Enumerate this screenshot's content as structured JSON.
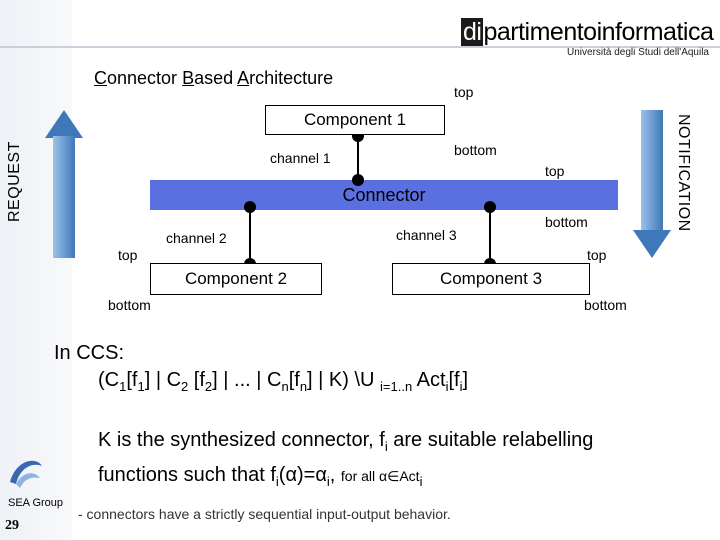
{
  "header": {
    "logo_prefix": "di",
    "logo_rest": "partimentoinformatica",
    "logo_subtitle": "Università degli Studi dell'Aquila"
  },
  "slide": {
    "title_parts": [
      "C",
      "onnector ",
      "B",
      "ased ",
      "A",
      "rchitecture"
    ],
    "request_label": "REQUEST",
    "notification_label": "NOTIFICATION"
  },
  "diagram": {
    "component1": "Component 1",
    "component2": "Component 2",
    "component3": "Component 3",
    "connector": "Connector",
    "channel1": "channel 1",
    "channel2": "channel 2",
    "channel3": "channel 3",
    "top_label": "top",
    "bottom_label": "bottom"
  },
  "body": {
    "ccs_heading": "In CCS:",
    "formula": {
      "open": "(C",
      "s1": "1",
      "f_open1": "[f",
      "s1b": "1",
      "mid1": "] | C",
      "s2": "2",
      "mid2": " [f",
      "s2b": "2",
      "mid3": "] | ... | C",
      "sn": "n",
      "mid4": "[f",
      "snb": "n",
      "mid5": "] | K) \\U ",
      "range": "i=1..n",
      "act": " Act",
      "si": "i",
      "fi_open": "[f",
      "si2": "i",
      "close": "]"
    },
    "k_line1": "K is the synthesized connector, f",
    "k_sub": "i",
    "k_line1_end": " are suitable relabelling",
    "k_line2_a": "functions such that f",
    "k_line2_sub": "i",
    "k_line2_b": "(α)=α",
    "k_line2_sub2": "i",
    "k_line2_c": ", ",
    "k_line2_small": "for all α∈Act",
    "k_line2_sub3": "i",
    "bullet": "-   connectors have a strictly sequential input-output behavior."
  },
  "footer": {
    "group_label": "SEA Group",
    "page_number": "29"
  },
  "colors": {
    "connector_fill": "#5a6fe0",
    "arrow_blue": "#3f78b8"
  }
}
